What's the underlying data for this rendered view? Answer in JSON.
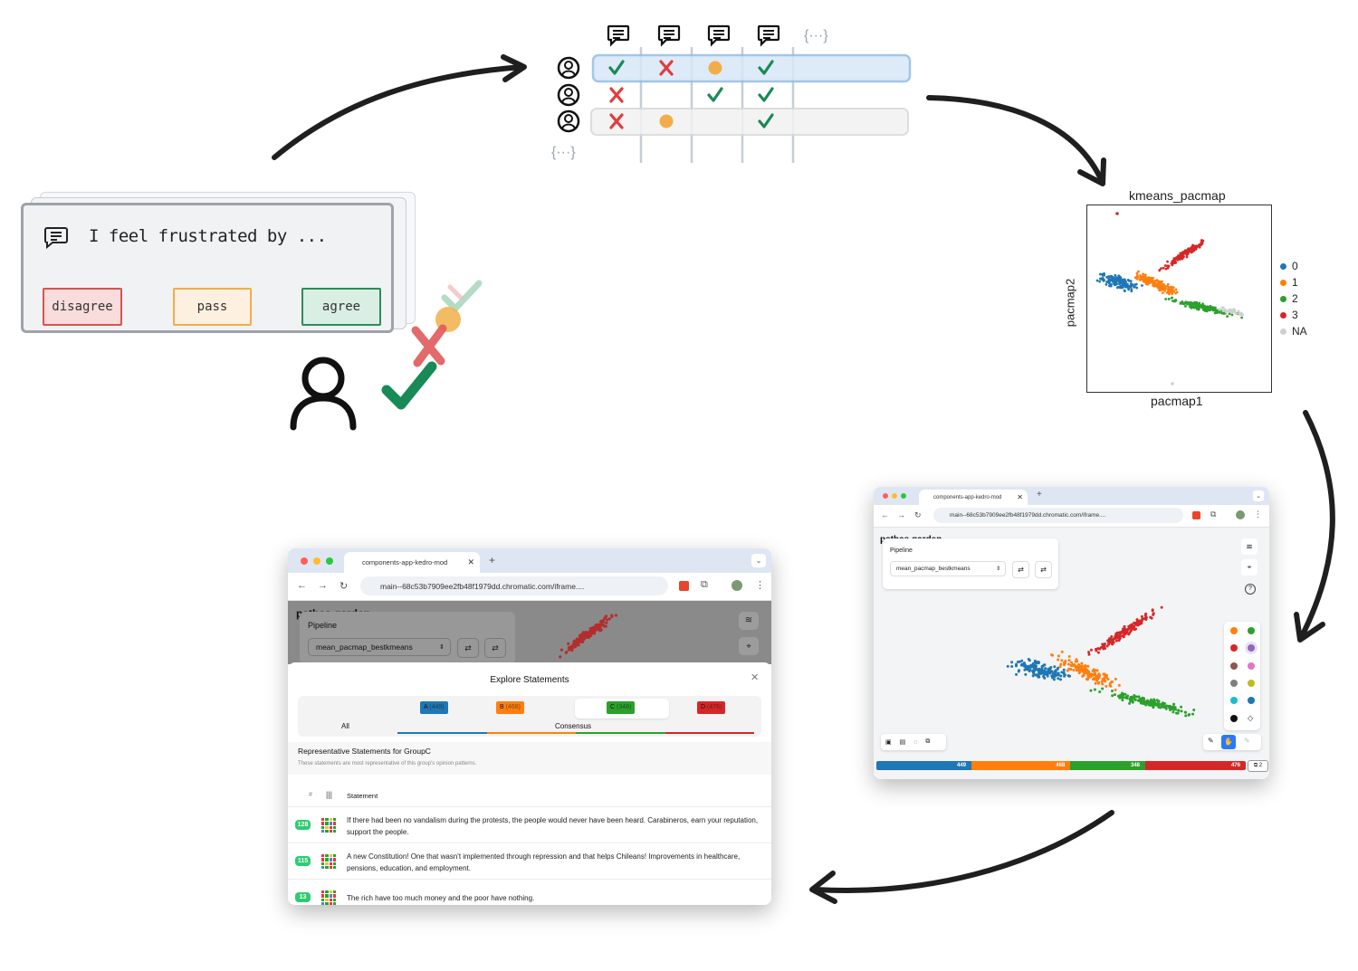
{
  "card": {
    "prompt": "I feel frustrated by ...",
    "disagree": "disagree",
    "pass": "pass",
    "agree": "agree"
  },
  "matrix": {
    "ellipsis": "{···}",
    "rows": [
      [
        "agree",
        "disagree",
        "pass",
        "agree"
      ],
      [
        "disagree",
        "",
        "agree",
        "agree"
      ],
      [
        "disagree",
        "pass",
        "",
        "agree"
      ]
    ]
  },
  "scatter": {
    "title": "kmeans_pacmap",
    "xlabel": "pacmap1",
    "ylabel": "pacmap2",
    "legend": [
      {
        "label": "0",
        "color": "#1f77b4"
      },
      {
        "label": "1",
        "color": "#ff7f0e"
      },
      {
        "label": "2",
        "color": "#2ca02c"
      },
      {
        "label": "3",
        "color": "#d62728"
      },
      {
        "label": "NA",
        "color": "#cfcfcf"
      }
    ]
  },
  "browser_right": {
    "tab_title": "components-app-kedro-mod",
    "url": "main--68c53b7909ee2fb48f1979dd.chromatic.com/iframe....",
    "site": "pathas.garden",
    "pipeline_label": "Pipeline",
    "pipeline_value": "mean_pacmap_bestkmeans",
    "counts": [
      "449",
      "468",
      "348",
      "476"
    ],
    "layers_badge": "2"
  },
  "browser_left": {
    "tab_title": "components-app-kedro-mod",
    "url": "main--68c53b7909ee2fb48f1979dd.chromatic.com/iframe....",
    "site": "pathas.garden",
    "pipeline_label": "Pipeline",
    "pipeline_value": "mean_pacmap_bestkmeans",
    "modal_title": "Explore Statements",
    "tab_all": "All",
    "tab_consensus": "Consensus",
    "groups": [
      {
        "label": "A",
        "count": "(449)",
        "color": "#1f77b4"
      },
      {
        "label": "B",
        "count": "(468)",
        "color": "#ff7f0e"
      },
      {
        "label": "C",
        "count": "(348)",
        "color": "#2ca02c"
      },
      {
        "label": "D",
        "count": "(476)",
        "color": "#d62728"
      }
    ],
    "section_title": "Representative Statements for GroupC",
    "section_sub": "These statements are most representative of this group's opinion patterns.",
    "col_hash": "#",
    "col_statement": "Statement",
    "statements": [
      {
        "id": "128",
        "text": "If there had been no vandalism during the protests, the people would never have been heard. Carabineros, earn your reputation, support the people."
      },
      {
        "id": "115",
        "text": "A new Constitution! One that wasn't implemented through repression and that helps Chileans! Improvements in healthcare, pensions, education, and employment."
      },
      {
        "id": "13",
        "text": "The rich have too much money and the poor have nothing."
      }
    ]
  }
}
